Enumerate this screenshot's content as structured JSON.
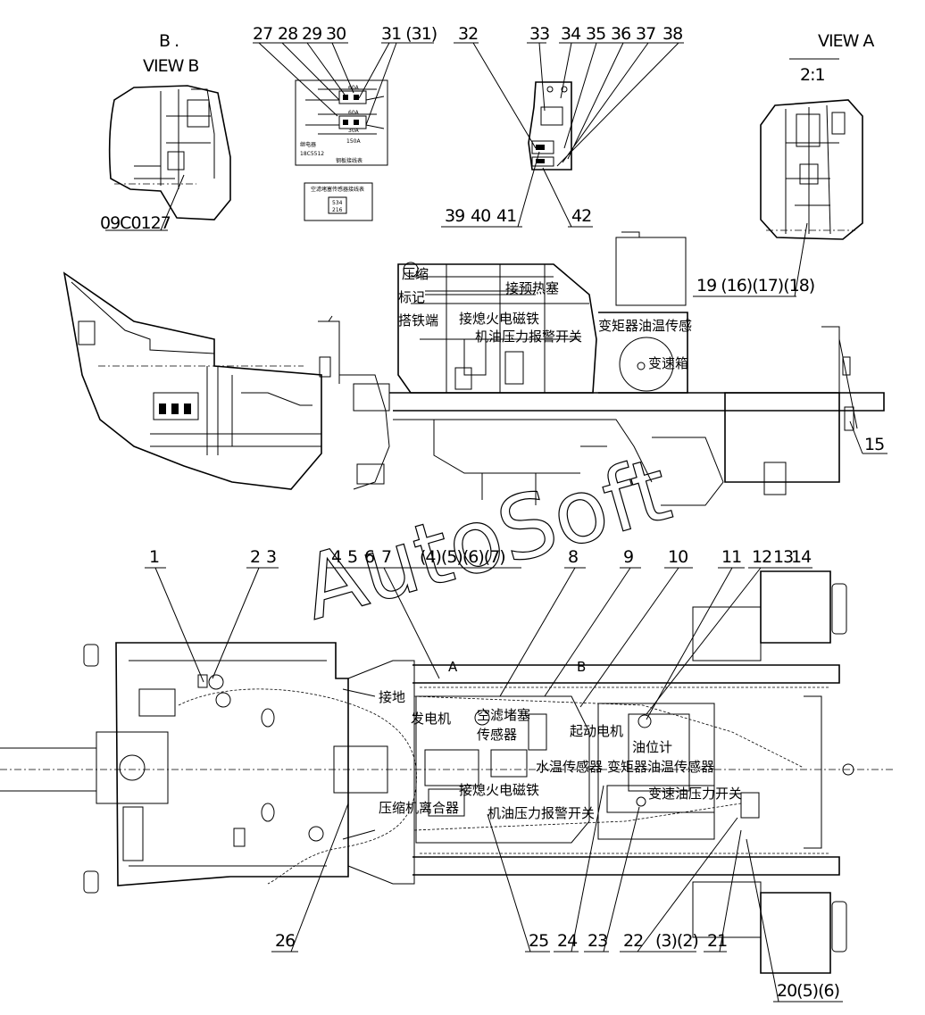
{
  "views": {
    "view_a_title": "VIEW A",
    "view_a_scale": "2:1",
    "view_b_letter": "B .",
    "view_b_title": "VIEW B",
    "view_b_code": "09C0127"
  },
  "detail_panel": {
    "labels_top": [
      "60A",
      "60A",
      "30A",
      "150A"
    ],
    "relay_code": "继电器",
    "part_code": "18C5512",
    "panel_caption": "钢板接线表",
    "table_title": "空滤堵塞传感器接线表",
    "table_rows": [
      "534",
      "216"
    ]
  },
  "top_callouts": [
    "27",
    "28",
    "29",
    "30",
    "31 (31)",
    "32",
    "33",
    "34",
    "35",
    "36",
    "37",
    "38",
    "39",
    "40",
    "41",
    "42",
    "19 (16)(17)(18)",
    "15"
  ],
  "side_view_labels": [
    "压缩",
    "标记",
    "接预热塞",
    "搭铁端",
    "接熄火电磁铁",
    "机油压力报警开关",
    "变矩器油温传感",
    "变速箱"
  ],
  "plan_callouts_top": [
    "1",
    "2",
    "3",
    "4",
    "5",
    "6",
    "7",
    "(4)(5)(6)(7)",
    "8",
    "9",
    "10",
    "11",
    "12",
    "13",
    "14"
  ],
  "plan_view_labels": [
    "接地",
    "发电机",
    "空滤堵塞",
    "传感器",
    "起动电机",
    "油位计",
    "水温传感器",
    "变矩器油温传感器",
    "接熄火电磁铁",
    "变速油压力开关",
    "压缩机离合器",
    "机油压力报警开关"
  ],
  "plan_markers": [
    "A",
    "B"
  ],
  "plan_callouts_bottom": [
    "26",
    "25",
    "24",
    "23",
    "22",
    "(3)(2)",
    "21",
    "20(5)(6)"
  ],
  "watermark": "AutoSoft"
}
